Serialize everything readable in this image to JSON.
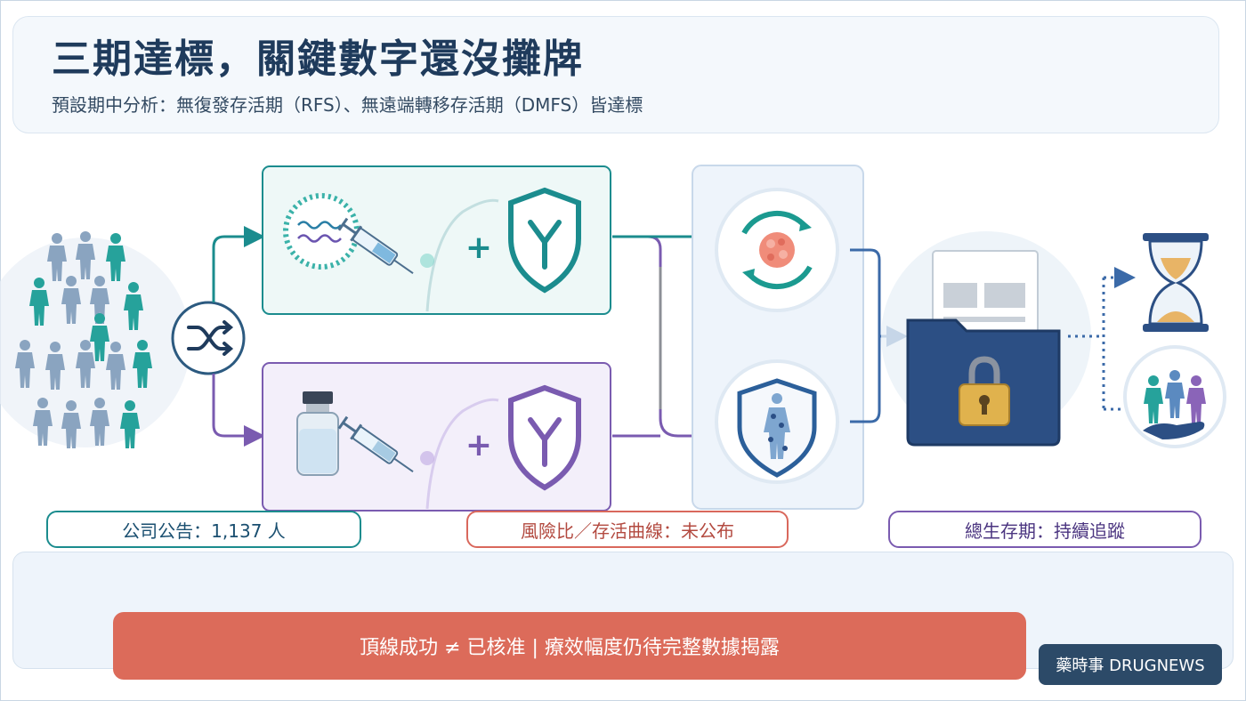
{
  "header": {
    "title": "三期達標，關鍵數字還沒攤牌",
    "subtitle": "預設期中分析：無復發存活期（RFS）、無遠端轉移存活期（DMFS）皆達標"
  },
  "labels": {
    "enrollment": "公司公告：1,137 人",
    "hazard": "風險比／存活曲線：未公布",
    "overall_survival": "總生存期：持續追蹤"
  },
  "banner": {
    "text": "頂線成功 ≠ 已核准 | 療效幅度仍待完整數據揭露"
  },
  "brand": {
    "text": "藥時事 DRUGNEWS"
  },
  "icons": {
    "randomize": "shuffle-icon",
    "experimental_arm": [
      "mrna-nanoparticle-icon",
      "syringe-icon",
      "shoulder-icon",
      "antibody-shield-icon"
    ],
    "control_arm": [
      "vial-icon",
      "syringe-icon",
      "shoulder-icon",
      "antibody-shield-icon"
    ],
    "endpoints": [
      "recurrence-cycle-icon",
      "metastasis-shield-icon"
    ],
    "data": "locked-folder-icon",
    "follow_up": [
      "hourglass-icon",
      "people-in-hand-icon"
    ]
  },
  "colors": {
    "teal": "#1b8c8e",
    "purple": "#7a5bb0",
    "coral": "#dc6b5a",
    "navy": "#1f3b5c",
    "folder": "#2c4f84",
    "gold": "#e0b24d"
  }
}
